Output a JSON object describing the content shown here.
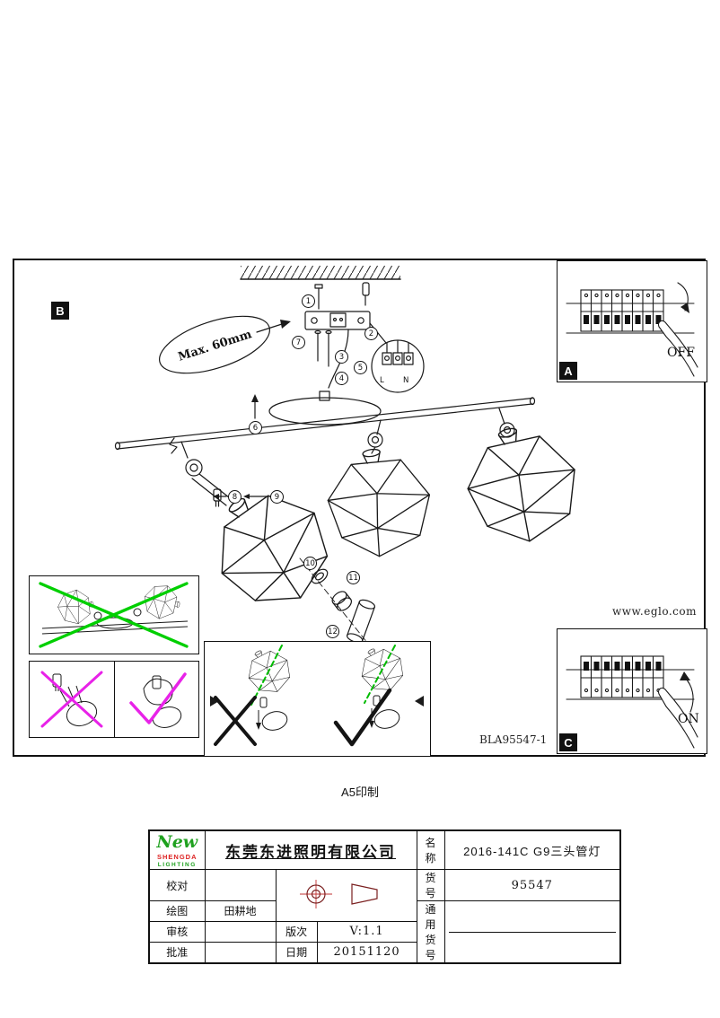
{
  "page": {
    "print_note": "A5印制"
  },
  "diagram": {
    "section_b": "B",
    "max_depth": "Max. 60mm",
    "website": "www.eglo.com",
    "doc_number": "BLA95547-1",
    "terminal": {
      "l": "L",
      "n": "N"
    },
    "callouts": [
      "1",
      "2",
      "3",
      "4",
      "5",
      "6",
      "7",
      "8",
      "9",
      "10",
      "11",
      "12"
    ],
    "inset_a": {
      "label": "A",
      "state": "OFF"
    },
    "inset_c": {
      "label": "C",
      "state": "ON"
    }
  },
  "title_block": {
    "logo": {
      "name": "New",
      "line1": "SHENGDA",
      "line2": "LIGHTING"
    },
    "company": "东莞东进照明有限公司",
    "name_label": "名称",
    "name_value": "2016-141C G9三头管灯",
    "item_label": "货号",
    "item_value": "95547",
    "common_label": "通用货号",
    "proof_label": "校对",
    "draw_label": "绘图",
    "draw_value": "田耕地",
    "review_label": "审核",
    "approve_label": "批准",
    "version_label": "版次",
    "version_value": "V:1.1",
    "date_label": "日期",
    "date_value": "20151120"
  }
}
